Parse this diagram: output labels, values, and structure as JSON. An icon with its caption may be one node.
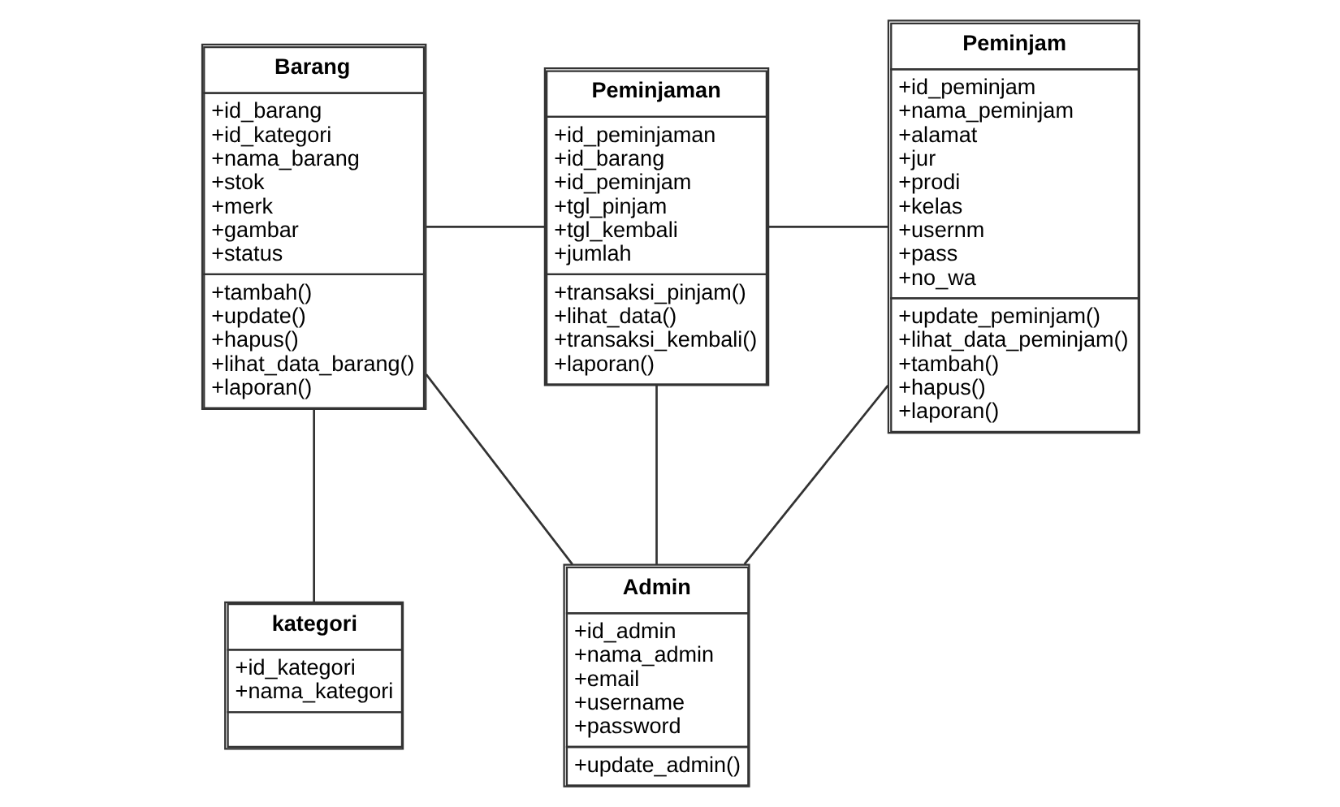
{
  "diagram": {
    "nodes": [
      {
        "text": [
          "Barang",
          "+id_barang +id_kategori +nama_barang +stok +merk +gambar +status",
          "+tambah() +update() +hapus() +lihat_data_barang() +laporan()"
        ]
      },
      {
        "text": [
          "Peminjaman",
          "+id_peminjaman +id_barang +id_peminjam +tgl_pinjam +tgl_kembali +jumlah",
          "+transaksi_pinjam() +lihat_data() +transaksi_kembali() +laporan()"
        ]
      },
      {
        "text": [
          "Peminjam",
          "+id_peminjam +nama_peminjam +alamat +jur +prodi +kelas +usernm +pass +no_wa",
          "+update_peminjam() +lihat_data_peminjam() +tambah() +hapus() +laporan()"
        ]
      },
      {
        "text": [
          "Admin",
          "+id_admin +nama_admin +email +username +password",
          "+update_admin()"
        ]
      },
      {
        "text": [
          "kategori",
          "+id_kategori +nama_kategori"
        ]
      }
    ],
    "edges": [
      {
        "from": 0,
        "to": 1,
        "arrow": "none"
      },
      {
        "from": 1,
        "to": 2,
        "arrow": "none"
      },
      {
        "from": 0,
        "to": 3,
        "arrow": "none"
      },
      {
        "from": 1,
        "to": 3,
        "arrow": "none"
      },
      {
        "from": 3,
        "to": 2,
        "arrow": "none"
      },
      {
        "from": 0,
        "to": 4,
        "arrow": "none"
      }
    ]
  }
}
